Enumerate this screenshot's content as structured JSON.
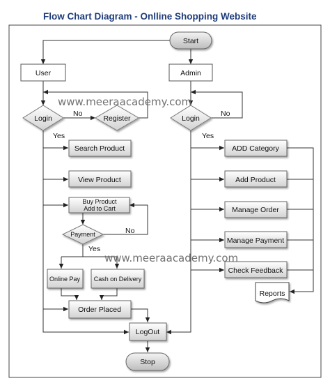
{
  "title": "Flow Chart Diagram - Onlline Shopping Website",
  "watermark": "www.meeraacademy.com",
  "nodes": {
    "start": "Start",
    "user": "User",
    "admin": "Admin",
    "user_login": "Login",
    "register": "Register",
    "admin_login": "Login",
    "search_product": "Search Product",
    "view_product": "View Product",
    "buy_product_line1": "Buy Product",
    "buy_product_line2": "Add to Cart",
    "payment": "Payment",
    "online_pay": "Online Pay",
    "cash_on_delivery": "Cash on Delivery",
    "order_placed": "Order Placed",
    "logout": "LogOut",
    "stop": "Stop",
    "add_category": "ADD Category",
    "add_product": "Add Product",
    "manage_order": "Manage Order",
    "manage_payment": "Manage Payment",
    "check_feedback": "Check Feedback",
    "reports": "Reports"
  },
  "edge_labels": {
    "user_login_no": "No",
    "user_login_yes": "Yes",
    "admin_login_no": "No",
    "admin_login_yes": "Yes",
    "payment_no": "No",
    "payment_yes": "Yes"
  }
}
